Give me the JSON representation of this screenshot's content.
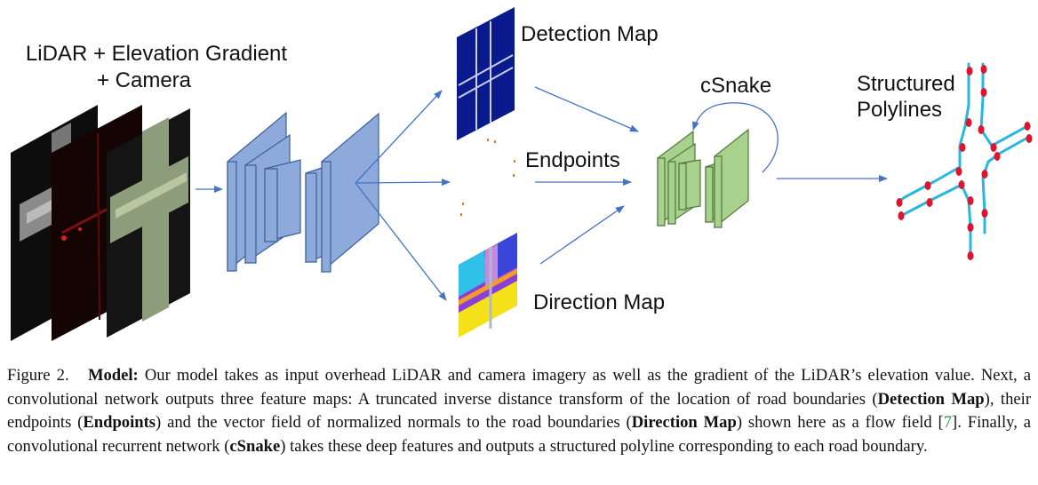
{
  "figure": {
    "input_label_line1": "LiDAR + Elevation Gradient",
    "input_label_line2": "+ Camera",
    "detection_label": "Detection Map",
    "endpoints_label": "Endpoints",
    "direction_label": "Direction Map",
    "csnake_label": "cSnake",
    "output_label_line1": "Structured",
    "output_label_line2": "Polylines",
    "colors": {
      "cnn_blue": "#8eaadb",
      "cnn_green": "#a9d18e",
      "arrow": "#4472c4",
      "detection_bg": "#0a1a8c",
      "polyline": "#29b6e0",
      "vertex": "#e0152b"
    }
  },
  "caption": {
    "fig_num": "Figure 2.",
    "model_bold": "Model:",
    "t1": " Our model takes as input overhead LiDAR and camera imagery as well as the gradient of the LiDAR’s elevation value. Next, a convolutional network outputs three feature maps: A truncated inverse distance transform of the location of road boundaries (",
    "b1": "Detection Map",
    "t2": "), their endpoints (",
    "b2": "Endpoints",
    "t3": ") and the vector field of normalized normals to the road boundaries (",
    "b3": "Direction Map",
    "t4": ") shown here as a flow field [",
    "cite": "7",
    "t5": "]. Finally, a convolutional recurrent network (",
    "b4": "cSnake",
    "t6": ") takes these deep features and outputs a structured polyline corresponding to each road boundary."
  }
}
